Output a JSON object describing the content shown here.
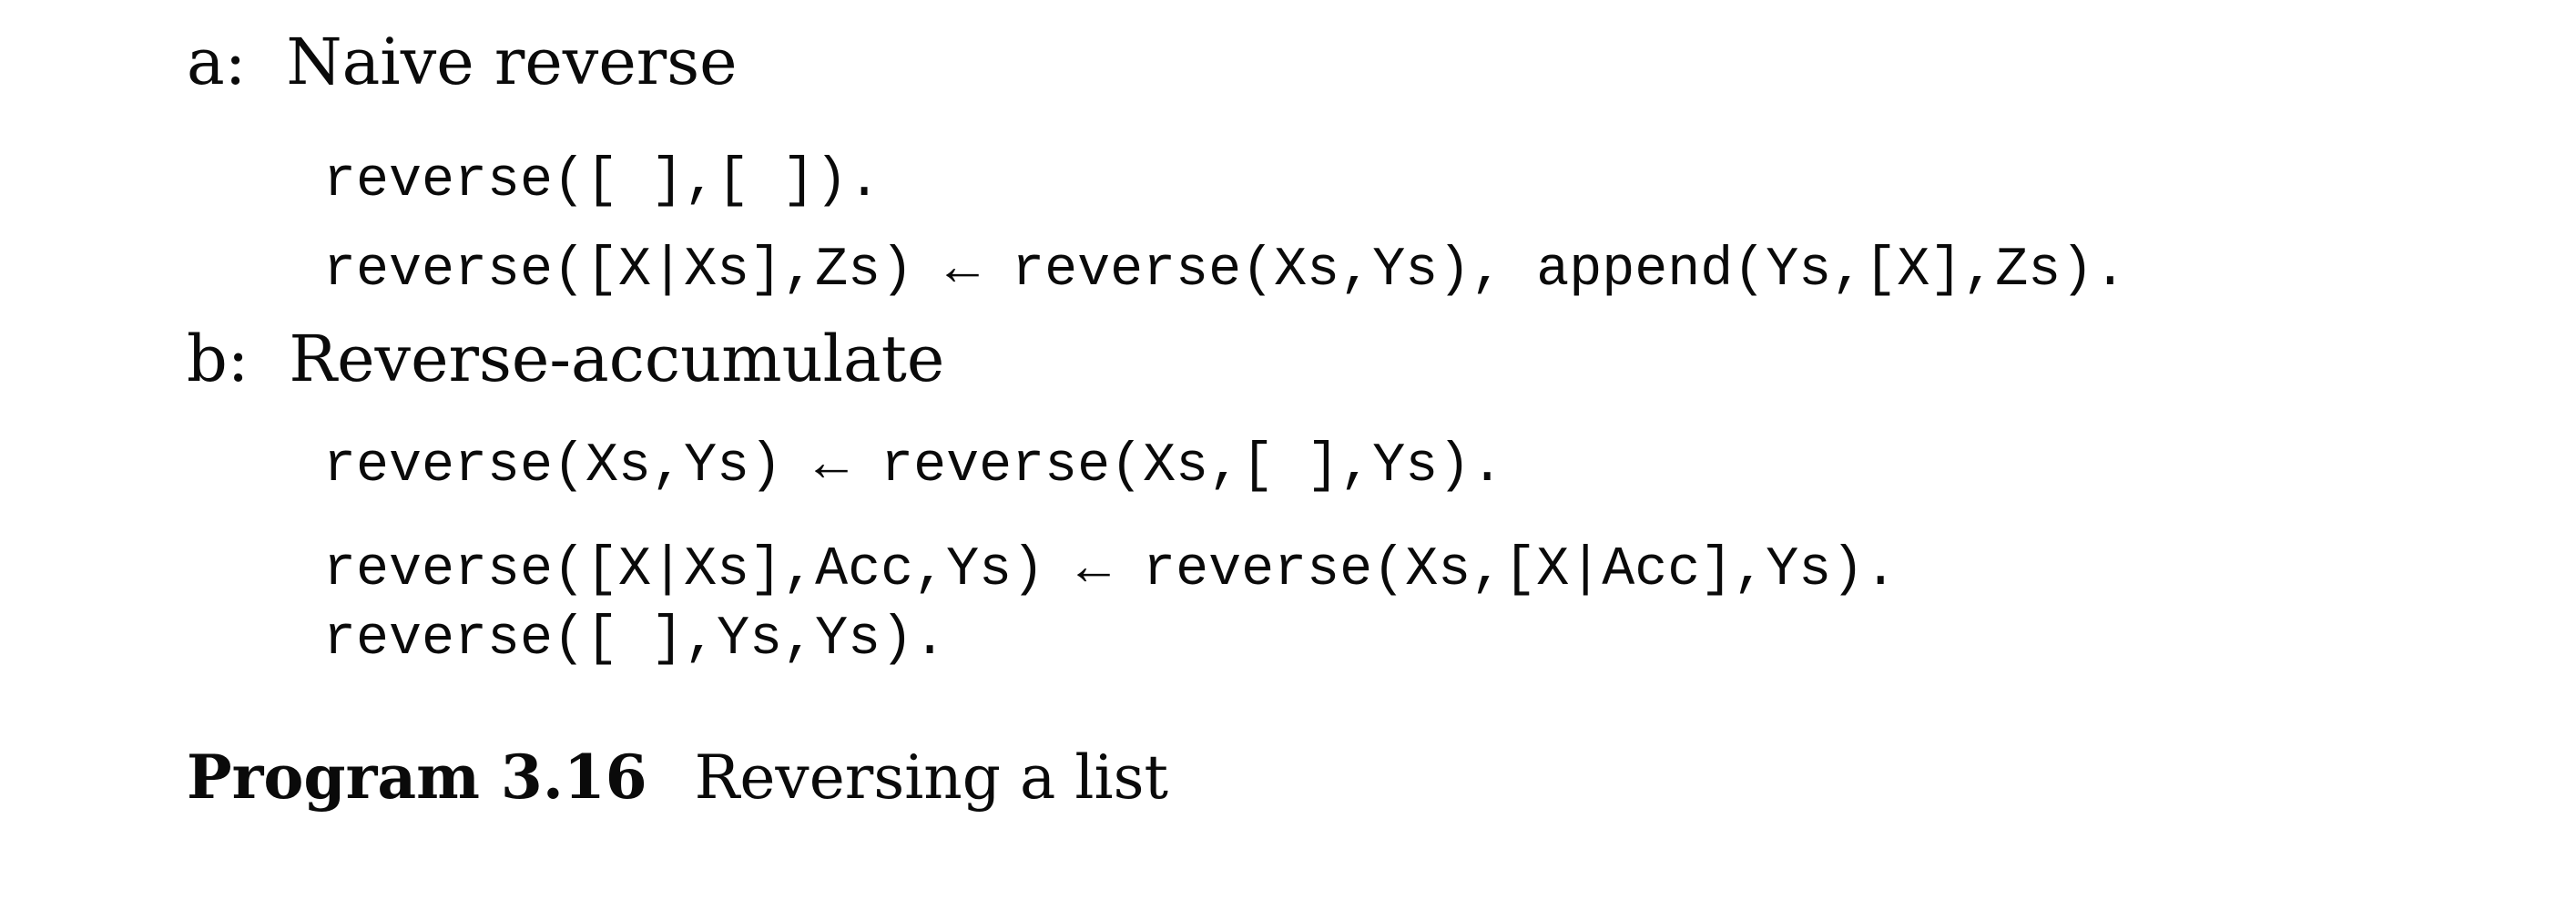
{
  "page": {
    "background_color": "#ffffff",
    "text_color": "#0a0a0a"
  },
  "sections": [
    {
      "label": "a:",
      "title": "Naive reverse",
      "code_blocks": [
        [
          "reverse([ ],[ ]).",
          "reverse([X|Xs],Zs) ← reverse(Xs,Ys), append(Ys,[X],Zs)."
        ]
      ]
    },
    {
      "label": "b:",
      "title": "Reverse-accumulate",
      "code_blocks": [
        [
          "reverse(Xs,Ys) ← reverse(Xs,[ ],Ys)."
        ],
        [
          "reverse([X|Xs],Acc,Ys) ← reverse(Xs,[X|Acc],Ys).",
          "reverse([ ],Ys,Ys)."
        ]
      ]
    }
  ],
  "caption": {
    "label": "Program 3.16",
    "text": "Reversing a list"
  }
}
